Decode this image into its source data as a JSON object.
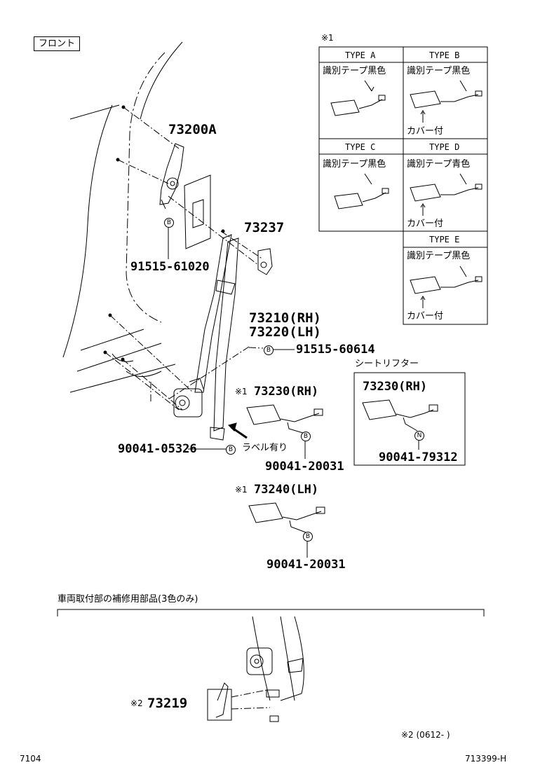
{
  "front_label": "フロント",
  "note1_mark": "※1",
  "types": [
    {
      "header": "TYPE A",
      "tape": "識別テープ黒色",
      "cover": ""
    },
    {
      "header": "TYPE B",
      "tape": "識別テープ黒色",
      "cover": "カバー付"
    },
    {
      "header": "TYPE C",
      "tape": "識別テープ黒色",
      "cover": ""
    },
    {
      "header": "TYPE D",
      "tape": "識別テープ青色",
      "cover": "カバー付"
    },
    {
      "header": "TYPE E",
      "tape": "識別テープ黒色",
      "cover": "カバー付"
    }
  ],
  "parts": {
    "p73200A": "73200A",
    "p73237": "73237",
    "p91515_61020": "91515-61020",
    "p73210": "73210(RH)",
    "p73220": "73220(LH)",
    "p91515_60614": "91515-60614",
    "p73230_mark": "※1",
    "p73230": "73230(RH)",
    "p90041_05326": "90041-05326",
    "label_present": "ラベル有り",
    "p90041_20031_a": "90041-20031",
    "seat_lifter_title": "シートリフター",
    "p73230_lifter": "73230(RH)",
    "p90041_79312": "90041-79312",
    "p73240_mark": "※1",
    "p73240": "73240(LH)",
    "p90041_20031_b": "90041-20031"
  },
  "repair_section": {
    "title": "車両取付部の補修用部品(3色のみ)",
    "mark2": "※2",
    "part": "73219",
    "note": "※2 (0612-     )"
  },
  "circle_letters": {
    "b": "B",
    "n": "N"
  },
  "footer": {
    "left": "7104",
    "right": "713399-H"
  }
}
